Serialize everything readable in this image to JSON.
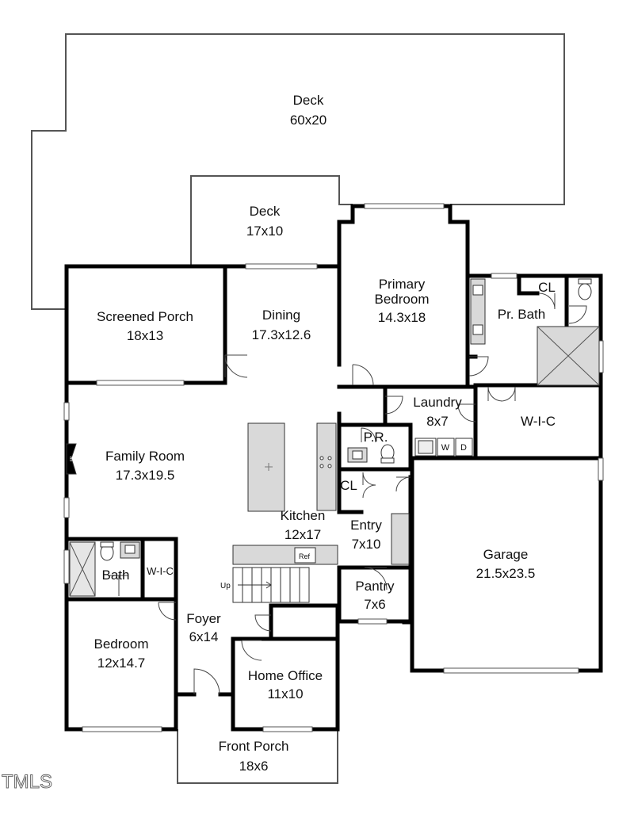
{
  "rooms": {
    "deck_large": {
      "name": "Deck",
      "size": "60x20"
    },
    "deck_small": {
      "name": "Deck",
      "size": "17x10"
    },
    "screened_porch": {
      "name": "Screened Porch",
      "size": "18x13"
    },
    "dining": {
      "name": "Dining",
      "size": "17.3x12.6"
    },
    "primary_bedroom": {
      "name_line1": "Primary",
      "name_line2": "Bedroom",
      "size": "14.3x18"
    },
    "pr_bath": {
      "name": "Pr. Bath"
    },
    "cl_top": {
      "name": "CL"
    },
    "laundry": {
      "name": "Laundry",
      "size": "8x7"
    },
    "wic_primary": {
      "name": "W-I-C"
    },
    "pr": {
      "name": "P.R."
    },
    "family_room": {
      "name": "Family Room",
      "size": "17.3x19.5"
    },
    "cl_entry": {
      "name": "CL"
    },
    "kitchen": {
      "name": "Kitchen",
      "size": "12x17"
    },
    "entry": {
      "name": "Entry",
      "size": "7x10"
    },
    "garage": {
      "name": "Garage",
      "size": "21.5x23.5"
    },
    "bath": {
      "name": "Bath"
    },
    "wic_bedroom": {
      "name": "W-I-C"
    },
    "pantry": {
      "name": "Pantry",
      "size": "7x6"
    },
    "foyer": {
      "name": "Foyer",
      "size": "6x14"
    },
    "bedroom": {
      "name": "Bedroom",
      "size": "12x14.7"
    },
    "home_office": {
      "name": "Home Office",
      "size": "11x10"
    },
    "front_porch": {
      "name": "Front Porch",
      "size": "18x6"
    }
  },
  "fixtures": {
    "ref_label": "Ref",
    "washer_label": "W",
    "dryer_label": "D",
    "stairs_label": "Up",
    "fireplace_label": "FP"
  },
  "watermark": "TMLS"
}
